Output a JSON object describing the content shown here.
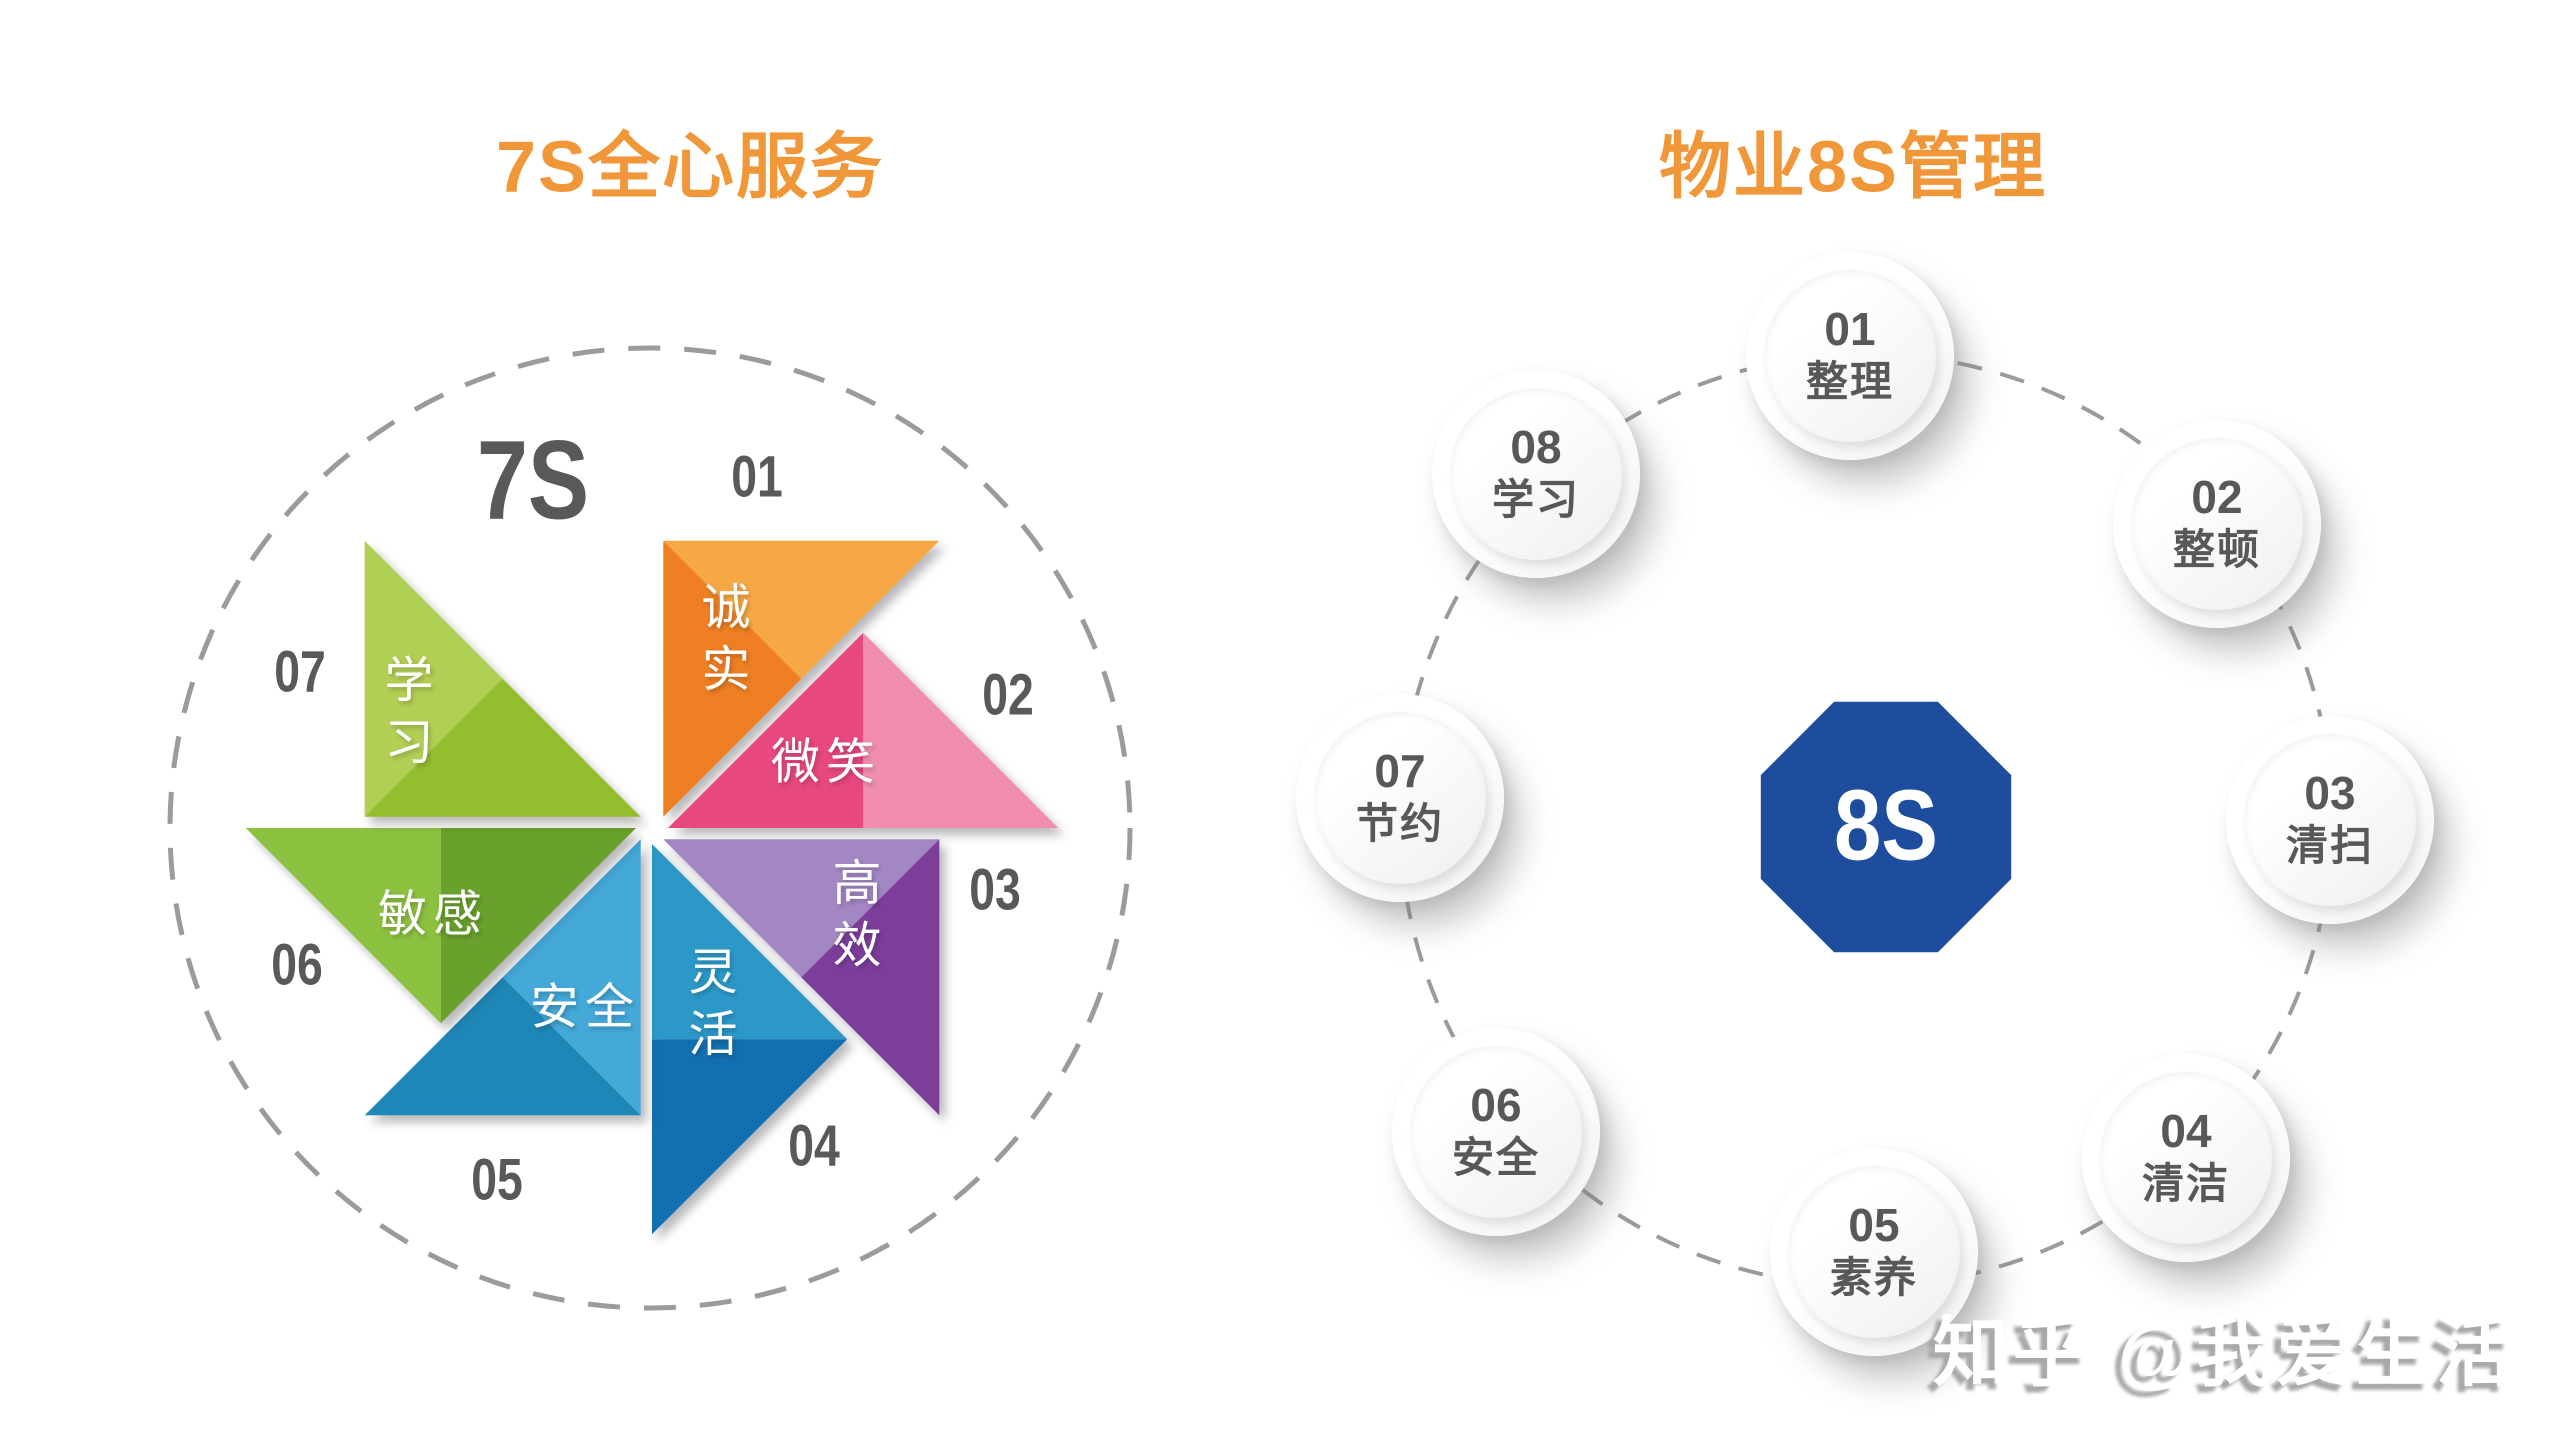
{
  "theme": {
    "accent_orange": "#F0973A",
    "dark_gray": "#58595B",
    "circle_text_gray": "#595757",
    "dash_gray": "#9B9B9B",
    "watermark_shadow_gray": "#A8A8A8"
  },
  "left": {
    "title": "7S全心服务",
    "center_label": "7S",
    "blades": [
      {
        "num": "01",
        "label": "诚实",
        "color_dark": "#EE7F23",
        "color_light": "#F6A846",
        "center_shade": "dark"
      },
      {
        "num": "02",
        "label": "微笑",
        "color_dark": "#E7487E",
        "color_light": "#F08DB1",
        "center_shade": "dark"
      },
      {
        "num": "03",
        "label": "高效",
        "color_dark": "#7D3E9A",
        "color_light": "#A287C3",
        "center_shade": "light"
      },
      {
        "num": "04",
        "label": "灵活",
        "color_dark": "#1370B0",
        "color_light": "#2C98C7",
        "center_shade": "light"
      },
      {
        "num": "05",
        "label": "安全",
        "color_dark": "#1F87B7",
        "color_light": "#44A8D8",
        "center_shade": "light"
      },
      {
        "num": "06",
        "label": "敏感",
        "color_dark": "#6AA02C",
        "color_light": "#8CC140",
        "center_shade": "dark"
      },
      {
        "num": "07",
        "label": "学习",
        "color_dark": "#94BE2D",
        "color_light": "#B2CF55",
        "center_shade": "dark"
      }
    ]
  },
  "right": {
    "title": "物业8S管理",
    "center_label": "8S",
    "center_color": "#1D4D9C",
    "items": [
      {
        "num": "01",
        "label": "整理"
      },
      {
        "num": "02",
        "label": "整顿"
      },
      {
        "num": "03",
        "label": "清扫"
      },
      {
        "num": "04",
        "label": "清洁"
      },
      {
        "num": "05",
        "label": "素养"
      },
      {
        "num": "06",
        "label": "安全"
      },
      {
        "num": "07",
        "label": "节约"
      },
      {
        "num": "08",
        "label": "学习"
      }
    ]
  },
  "watermark": {
    "text": "知乎 @我爱生活"
  }
}
